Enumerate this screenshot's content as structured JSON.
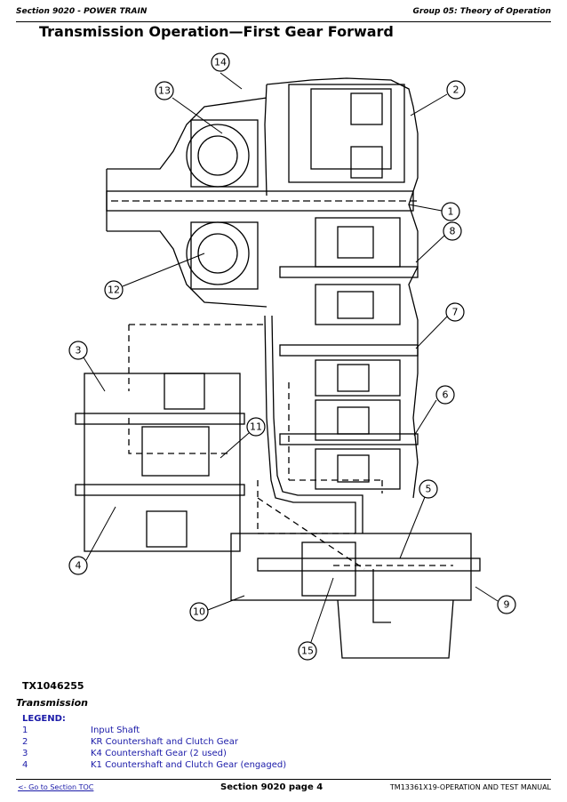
{
  "header": {
    "left": "Section 9020 - POWER TRAIN",
    "right": "Group 05: Theory of Operation"
  },
  "title": "Transmission Operation—First Gear Forward",
  "figure": {
    "code": "TX1046255",
    "caption": "Transmission",
    "callouts": [
      "1",
      "2",
      "3",
      "4",
      "5",
      "6",
      "7",
      "8",
      "9",
      "10",
      "11",
      "12",
      "13",
      "14",
      "15"
    ]
  },
  "legend": {
    "title": "LEGEND:",
    "items": [
      {
        "num": "1",
        "text": "Input Shaft"
      },
      {
        "num": "2",
        "text": "KR Countershaft and Clutch Gear"
      },
      {
        "num": "3",
        "text": "K4 Countershaft Gear (2 used)"
      },
      {
        "num": "4",
        "text": "K1 Countershaft and Clutch Gear (engaged)"
      }
    ]
  },
  "footer": {
    "toc_link": "<- Go to Section TOC",
    "center": "Section 9020 page 4",
    "right": "TM13361X19-OPERATION AND TEST MANUAL"
  }
}
